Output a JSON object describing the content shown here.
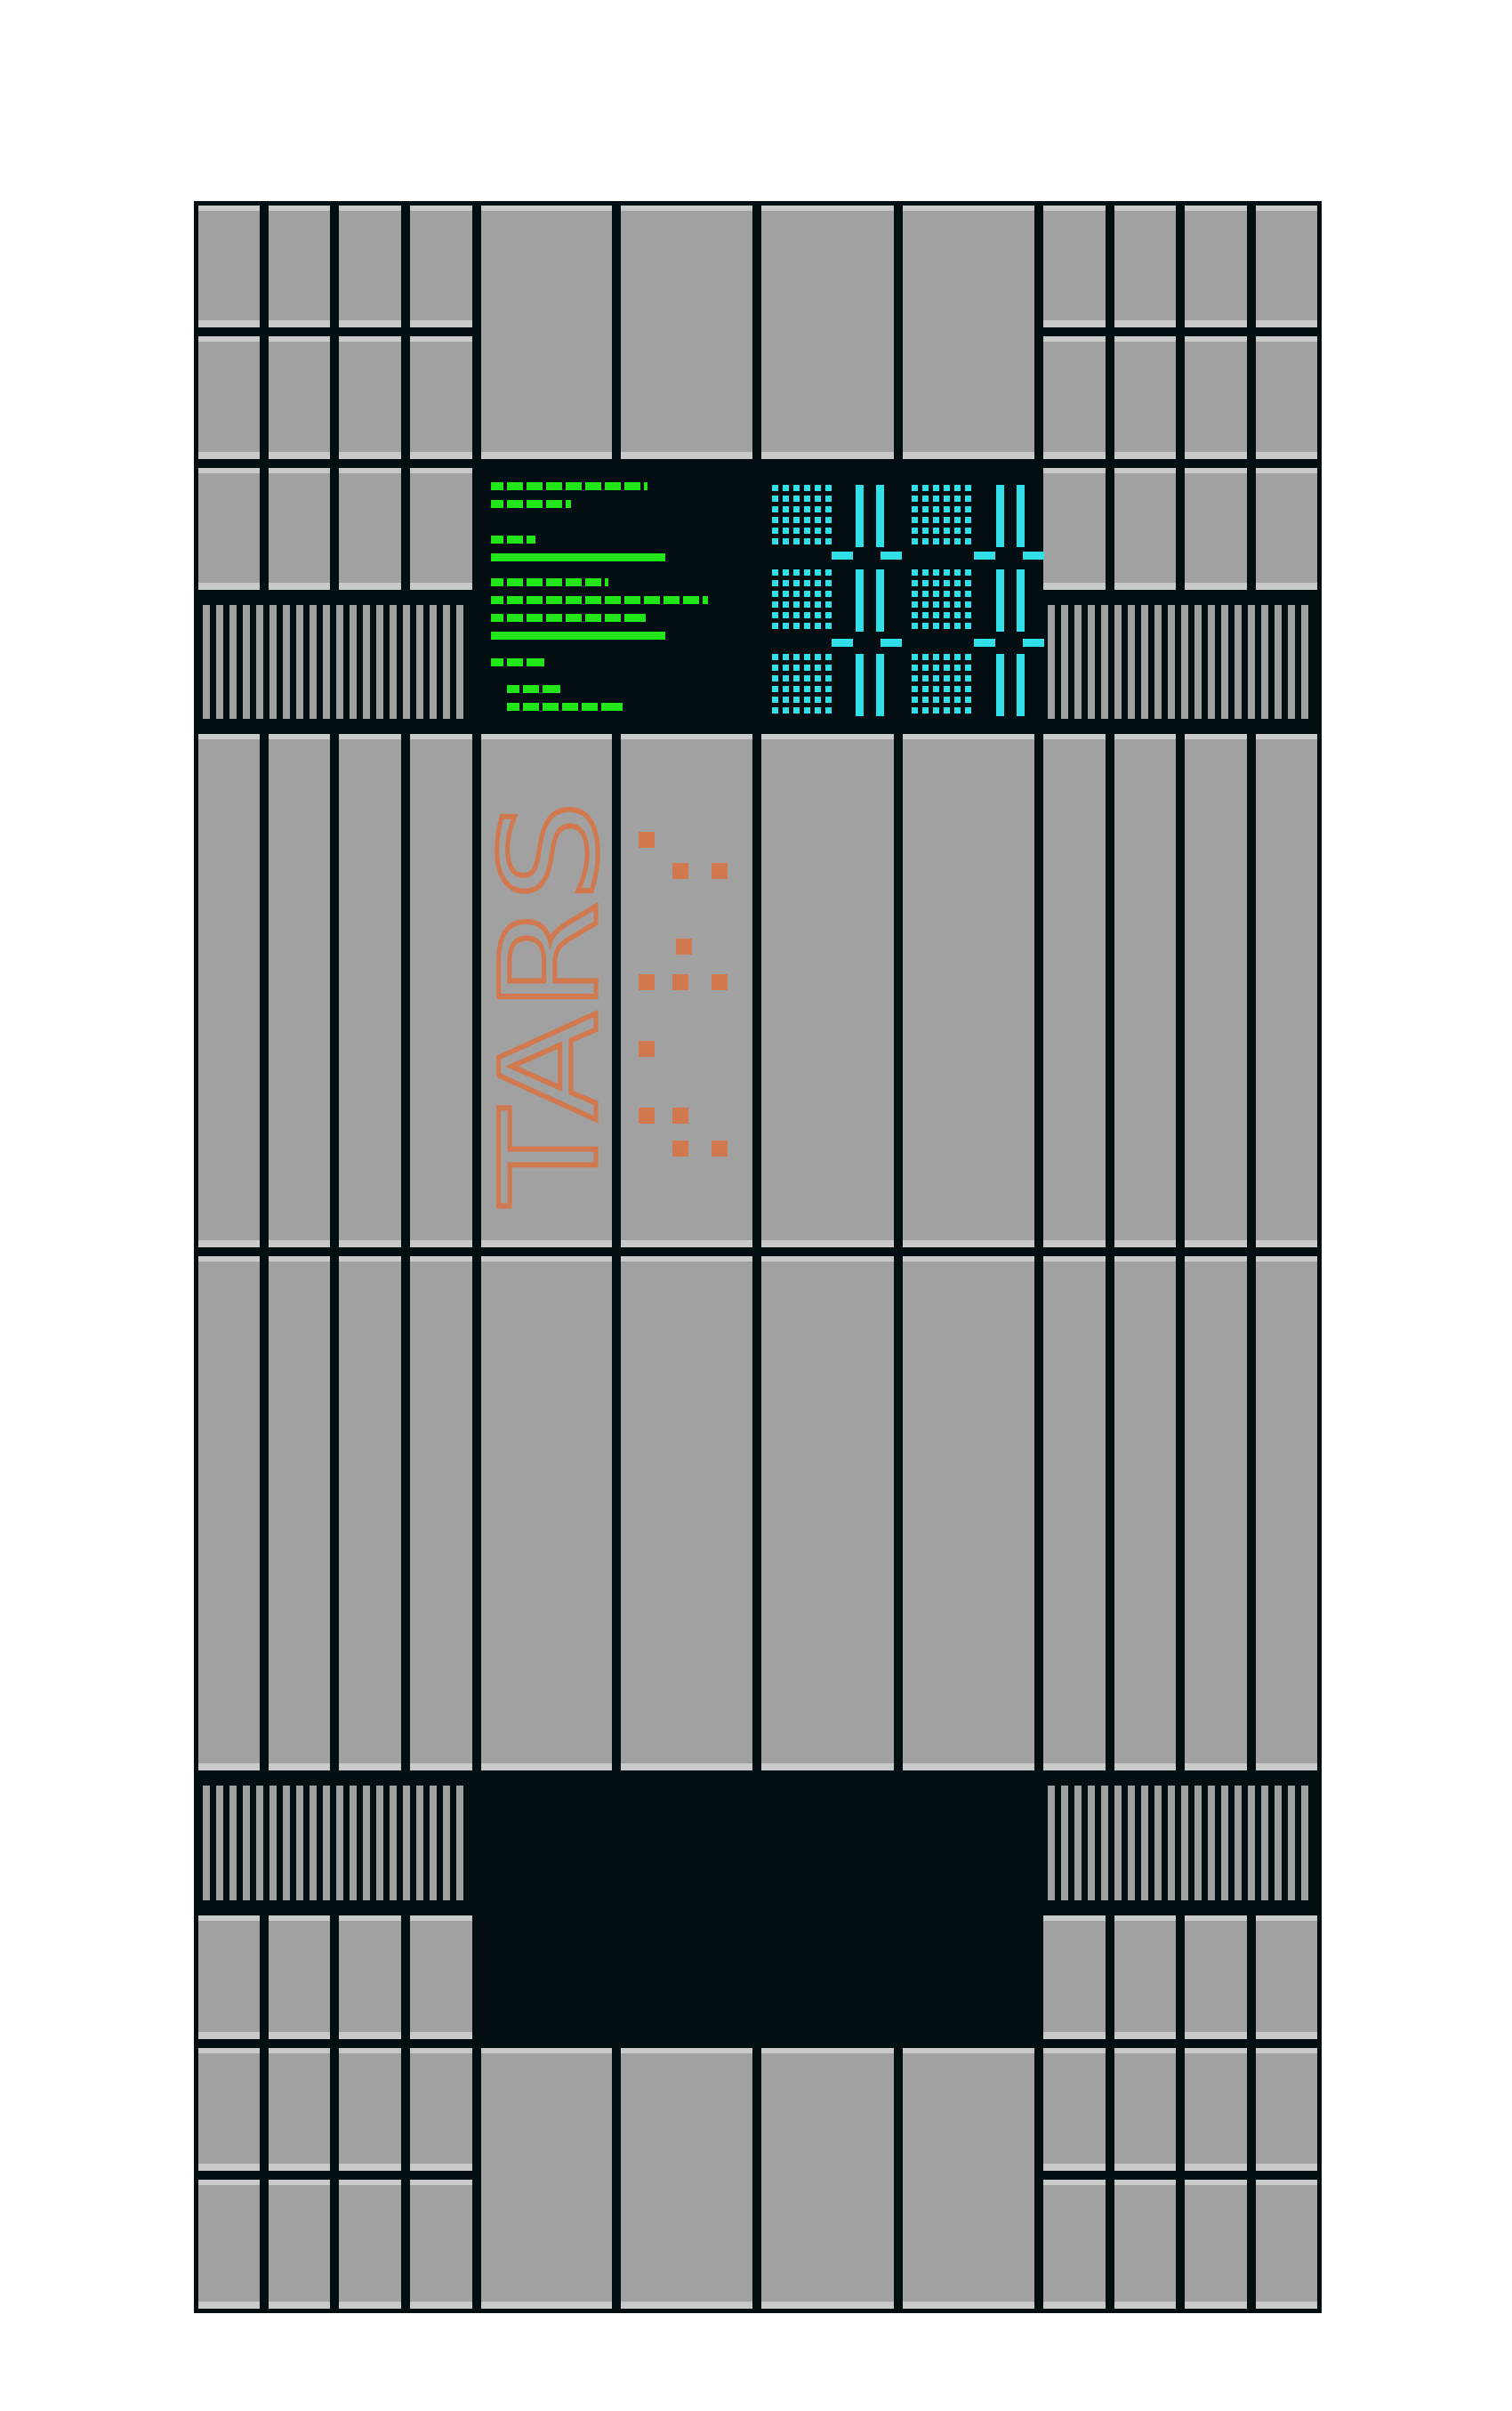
{
  "robot": {
    "name": "TARS",
    "colors": {
      "background": "#ffffff",
      "frame": "#030e13",
      "panel": "#a1a1a1",
      "panel_highlight": "#c9c9c9",
      "screen": "#030e13",
      "screen_text_green": "#21e618",
      "screen_text_cyan": "#30dfe8",
      "label": "#d1784e"
    },
    "screen_left": {
      "icon": "scrolling-code-readout"
    },
    "screen_right": {
      "icon": "seven-segment-numeric-readout"
    },
    "label_glyphs": {
      "icon": "dot-pattern-symbols"
    },
    "lower_screen": {
      "icon": "blank-display"
    }
  }
}
